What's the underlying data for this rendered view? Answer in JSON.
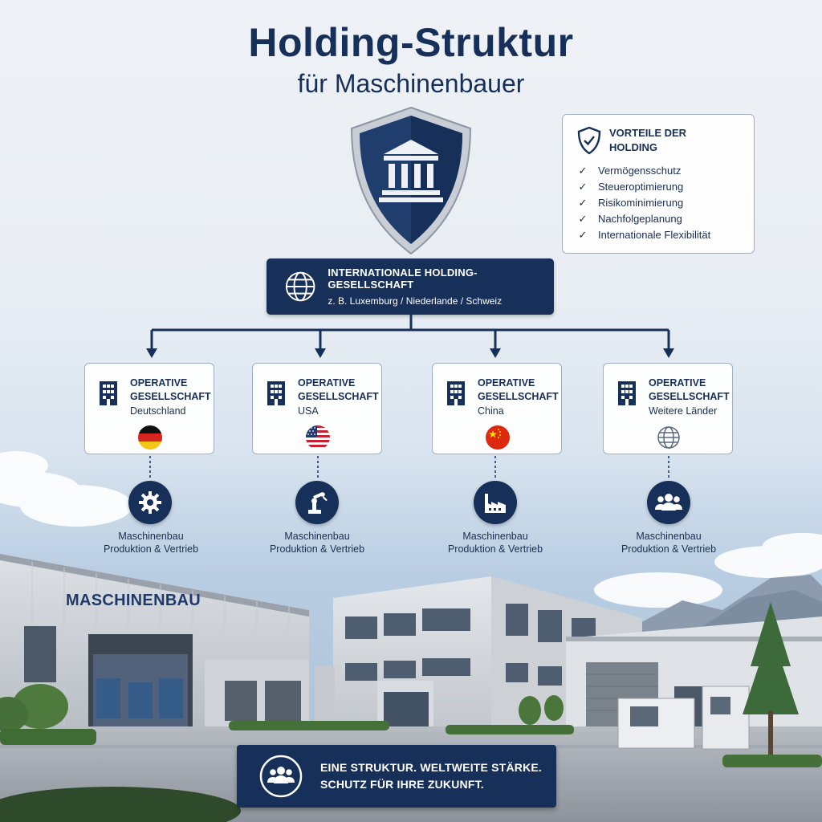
{
  "header": {
    "title": "Holding-Struktur",
    "subtitle": "für Maschinenbauer"
  },
  "benefits": {
    "title_line1": "VORTEILE DER",
    "title_line2": "HOLDING",
    "items": [
      "Vermögensschutz",
      "Steueroptimierung",
      "Risikominimierung",
      "Nachfolgeplanung",
      "Internationale Flexibilität"
    ]
  },
  "holding": {
    "title": "INTERNATIONALE HOLDING-GESELLSCHAFT",
    "subtitle": "z. B. Luxemburg / Niederlande / Schweiz"
  },
  "subsidiaries": [
    {
      "title_line1": "OPERATIVE",
      "title_line2": "GESELLSCHAFT",
      "country": "Deutschland",
      "flag": "germany-flag",
      "activity_line1": "Maschinenbau",
      "activity_line2": "Produktion & Vertrieb",
      "activity_icon": "gear-icon"
    },
    {
      "title_line1": "OPERATIVE",
      "title_line2": "GESELLSCHAFT",
      "country": "USA",
      "flag": "usa-flag",
      "activity_line1": "Maschinenbau",
      "activity_line2": "Produktion & Vertrieb",
      "activity_icon": "robot-arm-icon"
    },
    {
      "title_line1": "OPERATIVE",
      "title_line2": "GESELLSCHAFT",
      "country": "China",
      "flag": "china-flag",
      "activity_line1": "Maschinenbau",
      "activity_line2": "Produktion & Vertrieb",
      "activity_icon": "factory-icon"
    },
    {
      "title_line1": "OPERATIVE",
      "title_line2": "GESELLSCHAFT",
      "country": "Weitere Länder",
      "flag": "globe-icon",
      "activity_line1": "Maschinenbau",
      "activity_line2": "Produktion & Vertrieb",
      "activity_icon": "team-icon"
    }
  ],
  "building_sign": "MASCHINENBAU",
  "banner": {
    "line1": "EINE STRUKTUR. WELTWEITE STÄRKE.",
    "line2": "SCHUTZ FÜR IHRE ZUKUNFT."
  },
  "colors": {
    "navy": "#17305a",
    "card_border": "#9fb0c6",
    "shield_silver": "#c9ced6"
  }
}
